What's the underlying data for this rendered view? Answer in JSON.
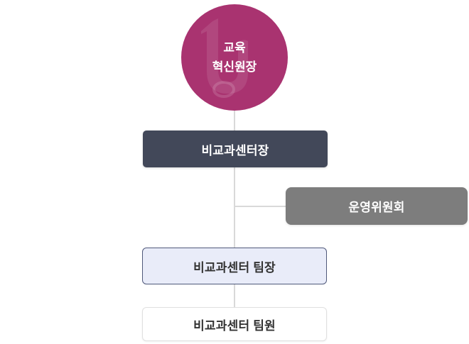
{
  "page": {
    "background_color": "#ffffff",
    "type": "organization-chart"
  },
  "chart": {
    "root": {
      "line1": "교육",
      "line2": "혁신원장",
      "shape": "circle",
      "color": "#a93370",
      "text_color": "#ffffff",
      "watermark_icon": "university-u-emblem-icon"
    },
    "nodes": [
      {
        "role": "center-director",
        "label": "비교과센터장",
        "bg": "#424859",
        "text_color": "#ffffff"
      },
      {
        "role": "steering-committee",
        "label": "운영위원회",
        "bg": "#7d7d7d",
        "text_color": "#ffffff"
      },
      {
        "role": "team-leader",
        "label": "비교과센터 팀장",
        "bg": "#e9ecf9",
        "border_color": "#4f587a",
        "text_color": "#333333"
      },
      {
        "role": "team-member",
        "label": "비교과센터 팀원",
        "bg": "#ffffff",
        "border_color": "#e0e0e0",
        "text_color": "#333333"
      }
    ],
    "connector_color": "#d9d9d9"
  }
}
